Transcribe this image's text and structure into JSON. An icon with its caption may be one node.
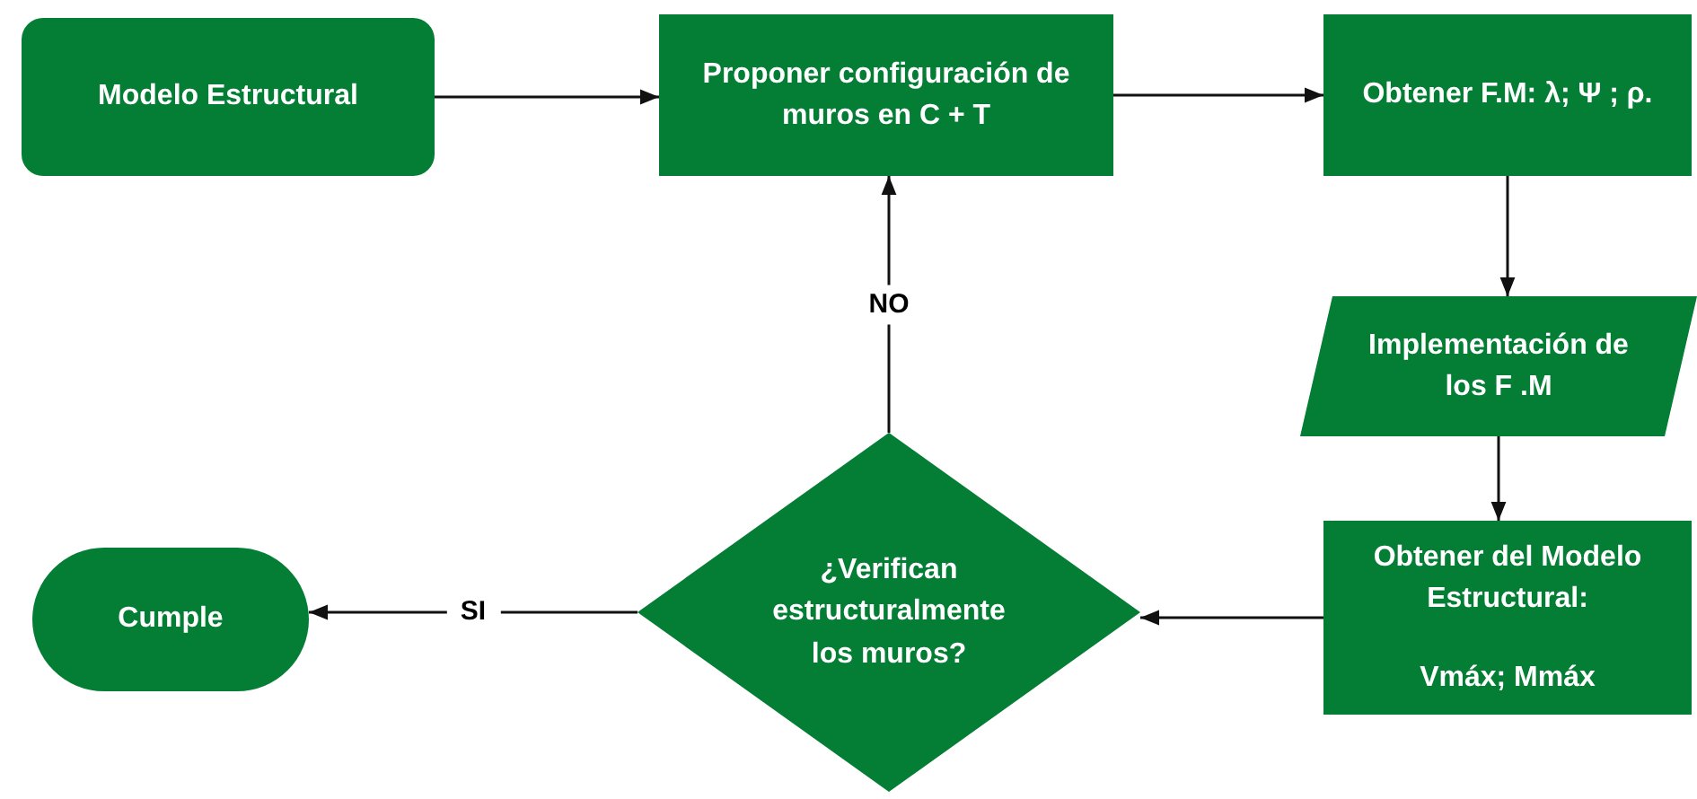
{
  "diagram": {
    "nodes": [
      {
        "text": [
          "Modelo Estructural"
        ]
      },
      {
        "text": [
          "Proponer configuración de muros en C + T"
        ]
      },
      {
        "text": [
          "Obtener F.M:  λ; Ψ ; ρ."
        ]
      },
      {
        "text": [
          "Implementación de los F .M"
        ]
      },
      {
        "text": [
          "Obtener del Modelo Estructural:",
          "Vmáx; Mmáx"
        ]
      },
      {
        "text": [
          "¿Verifican estructuralmente los muros?"
        ]
      },
      {
        "text": [
          "Cumple"
        ]
      }
    ],
    "edges": [
      {
        "from": 0,
        "to": 1,
        "arrow": "to"
      },
      {
        "from": 1,
        "to": 2,
        "arrow": "to"
      },
      {
        "from": 2,
        "to": 3,
        "arrow": "to"
      },
      {
        "from": 3,
        "to": 4,
        "arrow": "to"
      },
      {
        "from": 4,
        "to": 5,
        "arrow": "to"
      },
      {
        "from": 5,
        "to": 1,
        "arrow": "to",
        "label": "NO"
      },
      {
        "from": 5,
        "to": 6,
        "arrow": "to",
        "label": "SI"
      }
    ]
  }
}
